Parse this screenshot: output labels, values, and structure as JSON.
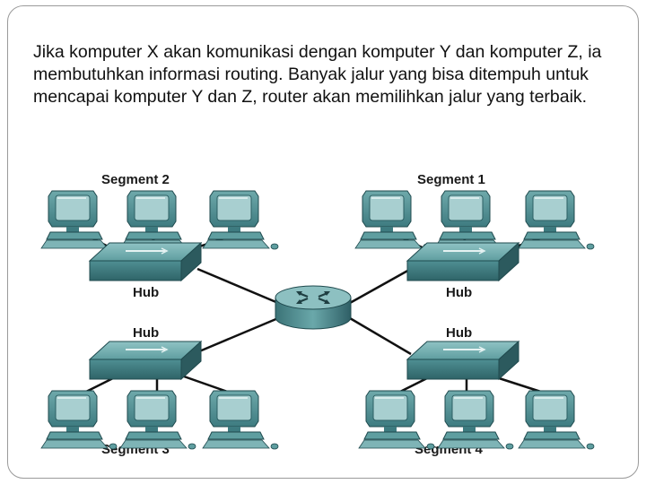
{
  "slide": {
    "text": "Jika komputer X akan komunikasi dengan komputer Y dan komputer Z, ia membutuhkan informasi routing. Banyak jalur yang bisa ditempuh untuk mencapai komputer Y dan Z, router akan memilihkan jalur yang terbaik."
  },
  "diagram": {
    "segment_2": "Segment 2",
    "segment_1": "Segment 1",
    "segment_3": "Segment 3",
    "segment_4": "Segment 4",
    "hub_label": "Hub",
    "colors": {
      "device_teal": "#5f9ea0",
      "device_dark": "#2f5f66",
      "screen": "#9fc4c6",
      "line": "#111111"
    },
    "icons": [
      "computer-icon",
      "hub-icon",
      "router-icon"
    ]
  }
}
